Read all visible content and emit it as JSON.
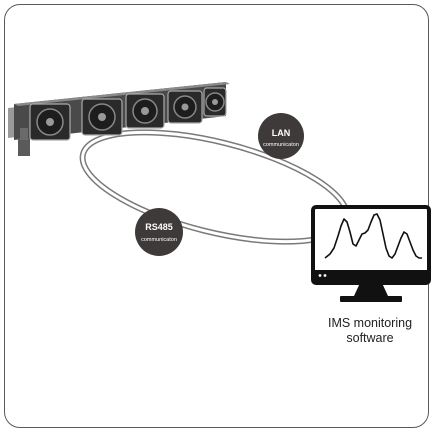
{
  "nodes": {
    "lan": {
      "title": "LAN",
      "subtitle": "communicaton"
    },
    "rs485": {
      "title": "RS485",
      "subtitle": "communicaton"
    }
  },
  "software": {
    "line1": "IMS monitoring",
    "line2": "software"
  },
  "colors": {
    "node_fill": "#3d3a39",
    "frame": "#5a5a5a",
    "ring": "#6e6e6e",
    "monitor": "#111111"
  }
}
